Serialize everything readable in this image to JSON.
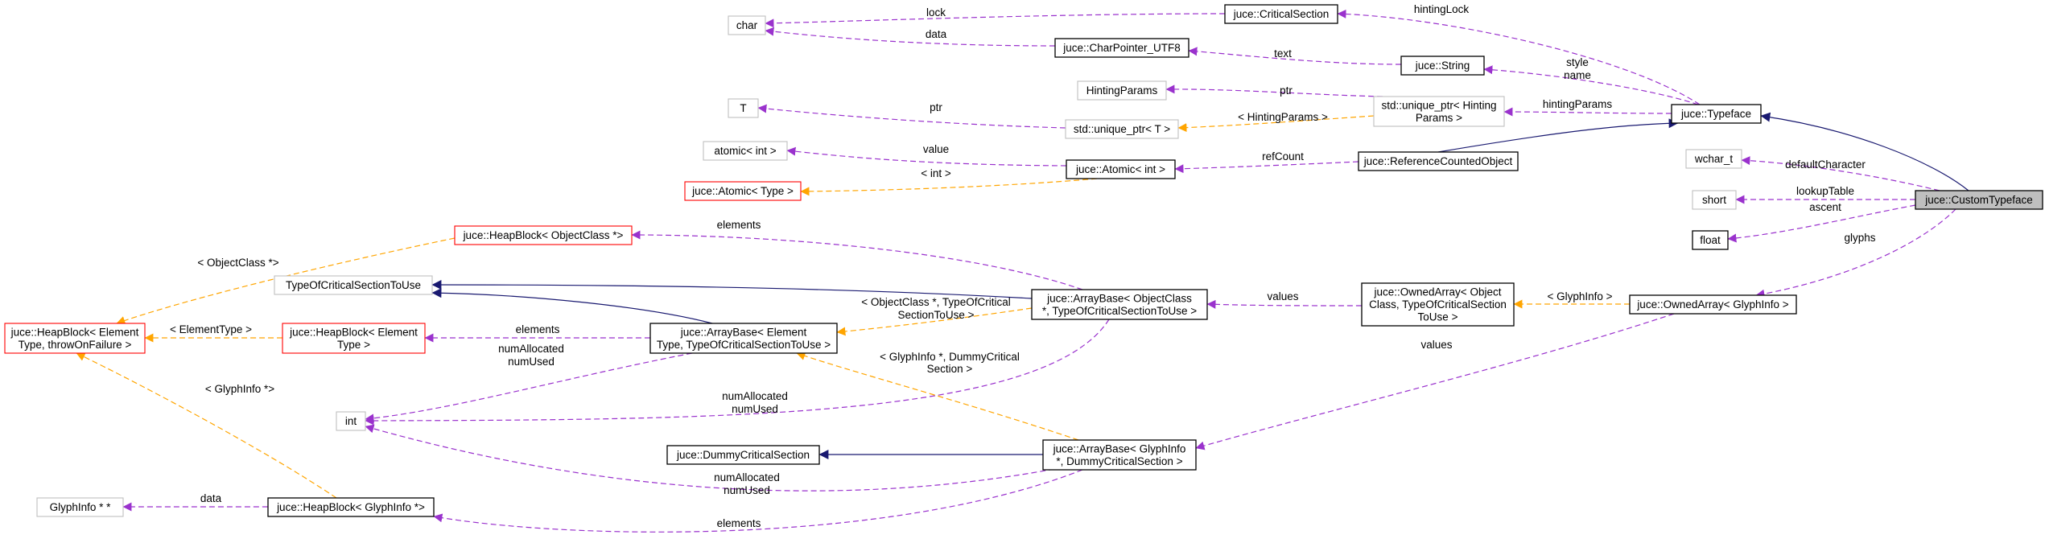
{
  "colors": {
    "black": "#000000",
    "grey": "#bfbfbf",
    "red": "#ff0000",
    "highlight": "#bfbfbf",
    "inherit": "#191970",
    "usage": "#9a32cd",
    "template": "#ffa500"
  },
  "nodes": [
    {
      "id": "char",
      "lines": [
        "char"
      ],
      "border": "grey"
    },
    {
      "id": "criticalsection",
      "lines": [
        "juce::CriticalSection"
      ],
      "border": "black"
    },
    {
      "id": "charpointer",
      "lines": [
        "juce::CharPointer_UTF8"
      ],
      "border": "black"
    },
    {
      "id": "string",
      "lines": [
        "juce::String"
      ],
      "border": "black"
    },
    {
      "id": "hintingparams",
      "lines": [
        "HintingParams"
      ],
      "border": "grey"
    },
    {
      "id": "uniqhinting",
      "lines": [
        "std::unique_ptr< Hinting",
        "Params >"
      ],
      "border": "grey"
    },
    {
      "id": "T",
      "lines": [
        "T"
      ],
      "border": "grey"
    },
    {
      "id": "uniqT",
      "lines": [
        "std::unique_ptr< T >"
      ],
      "border": "grey"
    },
    {
      "id": "typeface",
      "lines": [
        "juce::Typeface"
      ],
      "border": "black"
    },
    {
      "id": "atomicint",
      "lines": [
        "atomic< int >"
      ],
      "border": "grey"
    },
    {
      "id": "juceatomicint",
      "lines": [
        "juce::Atomic< int >"
      ],
      "border": "black"
    },
    {
      "id": "refcounted",
      "lines": [
        "juce::ReferenceCountedObject"
      ],
      "border": "black"
    },
    {
      "id": "juceatomictype",
      "lines": [
        "juce::Atomic< Type >"
      ],
      "border": "red"
    },
    {
      "id": "wchar",
      "lines": [
        "wchar_t"
      ],
      "border": "grey"
    },
    {
      "id": "short",
      "lines": [
        "short"
      ],
      "border": "grey"
    },
    {
      "id": "float",
      "lines": [
        "float"
      ],
      "border": "black"
    },
    {
      "id": "customtypeface",
      "lines": [
        "juce::CustomTypeface"
      ],
      "border": "black",
      "highlight": true
    },
    {
      "id": "heapobj",
      "lines": [
        "juce::HeapBlock< ObjectClass *>"
      ],
      "border": "red"
    },
    {
      "id": "tocs",
      "lines": [
        "TypeOfCriticalSectionToUse"
      ],
      "border": "grey"
    },
    {
      "id": "heapgeneric",
      "lines": [
        "juce::HeapBlock< Element",
        "Type, throwOnFailure >"
      ],
      "border": "red"
    },
    {
      "id": "heapelem",
      "lines": [
        "juce::HeapBlock< Element",
        "Type >"
      ],
      "border": "red"
    },
    {
      "id": "arraybaseelem",
      "lines": [
        "juce::ArrayBase< Element",
        "Type, TypeOfCriticalSectionToUse >"
      ],
      "border": "black"
    },
    {
      "id": "arraybaseobj",
      "lines": [
        "juce::ArrayBase< ObjectClass",
        "*, TypeOfCriticalSectionToUse >"
      ],
      "border": "black"
    },
    {
      "id": "ownedarraygeneric",
      "lines": [
        "juce::OwnedArray< Object",
        "Class, TypeOfCriticalSection",
        "ToUse >"
      ],
      "border": "black"
    },
    {
      "id": "ownedarrayglyph",
      "lines": [
        "juce::OwnedArray< GlyphInfo >"
      ],
      "border": "black"
    },
    {
      "id": "int",
      "lines": [
        "int"
      ],
      "border": "grey"
    },
    {
      "id": "dummycs",
      "lines": [
        "juce::DummyCriticalSection"
      ],
      "border": "black"
    },
    {
      "id": "arraybaseglyph",
      "lines": [
        "juce::ArrayBase< GlyphInfo",
        "*, DummyCriticalSection >"
      ],
      "border": "black"
    },
    {
      "id": "glyphptrptr",
      "lines": [
        "GlyphInfo * *"
      ],
      "border": "grey"
    },
    {
      "id": "heapglyph",
      "lines": [
        "juce::HeapBlock< GlyphInfo *>"
      ],
      "border": "black"
    }
  ],
  "edges": [
    {
      "from": "criticalsection",
      "to": "char",
      "style": "usage",
      "label": [
        "lock"
      ]
    },
    {
      "from": "charpointer",
      "to": "char",
      "style": "usage",
      "label": [
        "data"
      ]
    },
    {
      "from": "string",
      "to": "charpointer",
      "style": "usage",
      "label": [
        "text"
      ]
    },
    {
      "from": "typeface",
      "to": "criticalsection",
      "style": "usage",
      "label": [
        "hintingLock"
      ]
    },
    {
      "from": "typeface",
      "to": "string",
      "style": "usage",
      "label": [
        "style",
        "name"
      ]
    },
    {
      "from": "uniqhinting",
      "to": "hintingparams",
      "style": "usage",
      "label": [
        "ptr"
      ]
    },
    {
      "from": "typeface",
      "to": "uniqhinting",
      "style": "usage",
      "label": [
        "hintingParams"
      ]
    },
    {
      "from": "uniqT",
      "to": "T",
      "style": "usage",
      "label": [
        "ptr"
      ]
    },
    {
      "from": "uniqhinting",
      "to": "uniqT",
      "style": "template",
      "label": [
        "< HintingParams >"
      ]
    },
    {
      "from": "refcounted",
      "to": "typeface",
      "style": "inherit",
      "label": []
    },
    {
      "from": "customtypeface",
      "to": "typeface",
      "style": "inherit",
      "label": []
    },
    {
      "from": "juceatomicint",
      "to": "atomicint",
      "style": "usage",
      "label": [
        "value"
      ]
    },
    {
      "from": "refcounted",
      "to": "juceatomicint",
      "style": "usage",
      "label": [
        "refCount"
      ]
    },
    {
      "from": "juceatomicint",
      "to": "juceatomictype",
      "style": "template",
      "label": [
        "< int >"
      ]
    },
    {
      "from": "customtypeface",
      "to": "wchar",
      "style": "usage",
      "label": [
        "defaultCharacter"
      ]
    },
    {
      "from": "customtypeface",
      "to": "short",
      "style": "usage",
      "label": [
        "lookupTable"
      ]
    },
    {
      "from": "customtypeface",
      "to": "float",
      "style": "usage",
      "label": [
        "ascent"
      ]
    },
    {
      "from": "customtypeface",
      "to": "ownedarrayglyph",
      "style": "usage",
      "label": [
        "glyphs"
      ]
    },
    {
      "from": "ownedarrayglyph",
      "to": "ownedarraygeneric",
      "style": "template",
      "label": [
        "< GlyphInfo >"
      ]
    },
    {
      "from": "ownedarraygeneric",
      "to": "arraybaseobj",
      "style": "usage",
      "label": [
        "values"
      ]
    },
    {
      "from": "ownedarrayglyph",
      "to": "arraybaseglyph",
      "style": "usage",
      "label": [
        "values"
      ]
    },
    {
      "from": "arraybaseobj",
      "to": "heapobj",
      "style": "usage",
      "label": [
        "elements"
      ]
    },
    {
      "from": "arraybaseobj",
      "to": "tocs",
      "style": "inherit",
      "label": []
    },
    {
      "from": "arraybaseobj",
      "to": "arraybaseelem",
      "style": "template",
      "label": [
        "< ObjectClass *, TypeOfCritical",
        "SectionToUse >"
      ]
    },
    {
      "from": "arraybaseobj",
      "to": "int",
      "style": "usage",
      "label": [
        "numAllocated",
        "numUsed"
      ]
    },
    {
      "from": "heapobj",
      "to": "heapgeneric",
      "style": "template",
      "label": [
        "< ObjectClass *>"
      ]
    },
    {
      "from": "heapelem",
      "to": "heapgeneric",
      "style": "template",
      "label": [
        "< ElementType >"
      ]
    },
    {
      "from": "heapglyph",
      "to": "heapgeneric",
      "style": "template",
      "label": [
        "< GlyphInfo *>"
      ]
    },
    {
      "from": "arraybaseelem",
      "to": "heapelem",
      "style": "usage",
      "label": [
        "elements"
      ]
    },
    {
      "from": "arraybaseelem",
      "to": "tocs",
      "style": "inherit",
      "label": []
    },
    {
      "from": "arraybaseelem",
      "to": "int",
      "style": "usage",
      "label": [
        "numAllocated",
        "numUsed"
      ]
    },
    {
      "from": "arraybaseglyph",
      "to": "arraybaseelem",
      "style": "template",
      "label": [
        "< GlyphInfo *, DummyCritical",
        "Section >"
      ]
    },
    {
      "from": "arraybaseglyph",
      "to": "dummycs",
      "style": "inherit",
      "label": []
    },
    {
      "from": "arraybaseglyph",
      "to": "int",
      "style": "usage",
      "label": [
        "numAllocated",
        "numUsed"
      ]
    },
    {
      "from": "arraybaseglyph",
      "to": "heapglyph",
      "style": "usage",
      "label": [
        "elements"
      ]
    },
    {
      "from": "heapglyph",
      "to": "glyphptrptr",
      "style": "usage",
      "label": [
        "data"
      ]
    }
  ]
}
